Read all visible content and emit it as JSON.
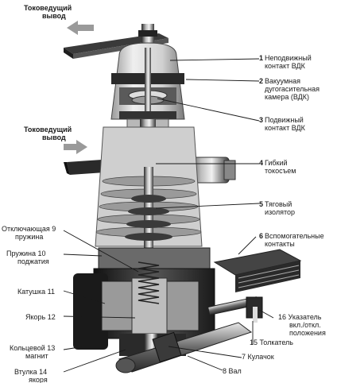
{
  "labels": {
    "current_out_top_1": "Токоведущий",
    "current_out_top_2": "вывод",
    "current_out_mid_1": "Токоведущий",
    "current_out_mid_2": "вывод",
    "l1_num": "1",
    "l1_a": "Неподвижный",
    "l1_b": "контакт ВДК",
    "l2_num": "2",
    "l2_a": "Вакуумная",
    "l2_b": "дугогасительная",
    "l2_c": "камера (ВДК)",
    "l3_num": "3",
    "l3_a": "Подвижный",
    "l3_b": "контакт ВДК",
    "l4_num": "4",
    "l4_a": "Гибкий",
    "l4_b": "токосъем",
    "l5_num": "5",
    "l5_a": "Тяговый",
    "l5_b": "изолятор",
    "l6_num": "6",
    "l6_a": "Вспомогательные",
    "l6_b": "контакты",
    "l7": "7 Кулачок",
    "l8": "8 Вал",
    "l9_a": "Отключающая 9",
    "l9_b": "пружина",
    "l10_a": "Пружина 10",
    "l10_b": "поджатия",
    "l11": "Катушка 11",
    "l12": "Якорь 12",
    "l13_a": "Кольцевой 13",
    "l13_b": "магнит",
    "l14_a": "Втулка 14",
    "l14_b": "якоря",
    "l15": "15 Толкатель",
    "l16_a": "16 Указатель",
    "l16_b": "вкл./откл.",
    "l16_c": "положения"
  },
  "colors": {
    "ink": "#1a1a1a",
    "arrow": "#9a9a9a",
    "metal_dark": "#3a3a3a",
    "metal_mid": "#7a7a7a",
    "glass": "#d8d8d8"
  }
}
